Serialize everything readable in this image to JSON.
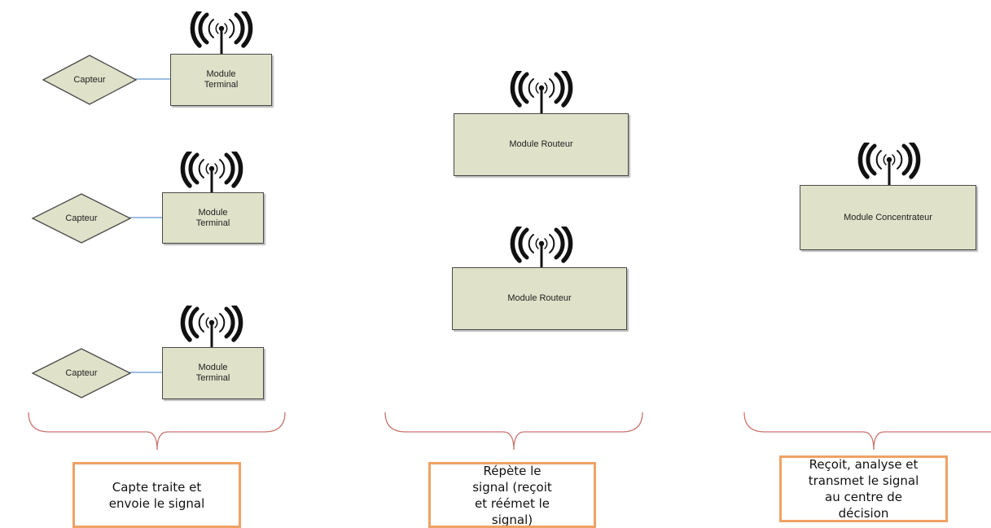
{
  "terminals": [
    {
      "sensor": "Capteur",
      "module": "Module\nTerminal"
    },
    {
      "sensor": "Capteur",
      "module": "Module\nTerminal"
    },
    {
      "sensor": "Capteur",
      "module": "Module\nTerminal"
    }
  ],
  "routers": [
    {
      "module": "Module Routeur"
    },
    {
      "module": "Module Routeur"
    }
  ],
  "concentrator": {
    "module": "Module Concentrateur"
  },
  "descriptions": {
    "terminal": "Capte traite et\nenvoie le signal",
    "router": "Répète le\nsignal (reçoit\net réémet le\nsignal)",
    "concentrator": "Reçoit, analyse et\ntransmet le signal\nau centre de\ndécision"
  },
  "colors": {
    "box_fill": "#dfe1c9",
    "box_border": "#4a4a4a",
    "link": "#7da7d9",
    "brace": "#c9746f",
    "desc_border": "#f0a264"
  },
  "icons": {
    "antenna": "wireless-antenna-icon"
  }
}
